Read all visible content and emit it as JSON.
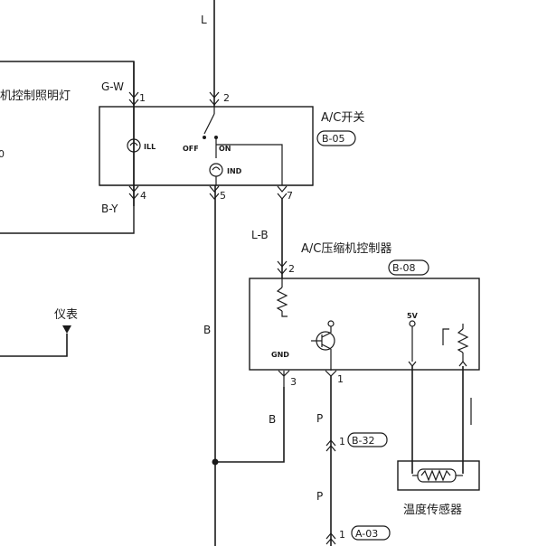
{
  "wires": {
    "top": "L",
    "illum": "G-W",
    "illum_ground": "B-Y",
    "ac_signal": "L-B",
    "main_ground": "B",
    "ctrl_ground": "B",
    "power_upper": "P",
    "power_lower": "P"
  },
  "illumination": {
    "label": "机控制照明灯",
    "connector_ref_fragment": "0"
  },
  "ac_switch": {
    "title": "A/C开关",
    "ref": "B-05",
    "pins": {
      "p1": "1",
      "p2": "2",
      "p4": "4",
      "p5": "5",
      "p7": "7"
    },
    "lamp_ill": "ILL",
    "lamp_ind": "IND",
    "off": "OFF",
    "on": "ON"
  },
  "compressor_controller": {
    "title": "A/C压缩机控制器",
    "ref": "B-08",
    "pins": {
      "p2": "2",
      "p3": "3",
      "p1": "1"
    },
    "gnd": "GND",
    "vref": "5V"
  },
  "meter": {
    "label": "仪表"
  },
  "connectors": {
    "b32": {
      "pin": "1",
      "ref": "B-32"
    },
    "a03": {
      "pin": "1",
      "ref": "A-03"
    }
  },
  "temperature_sensor": {
    "label": "温度传感器"
  }
}
